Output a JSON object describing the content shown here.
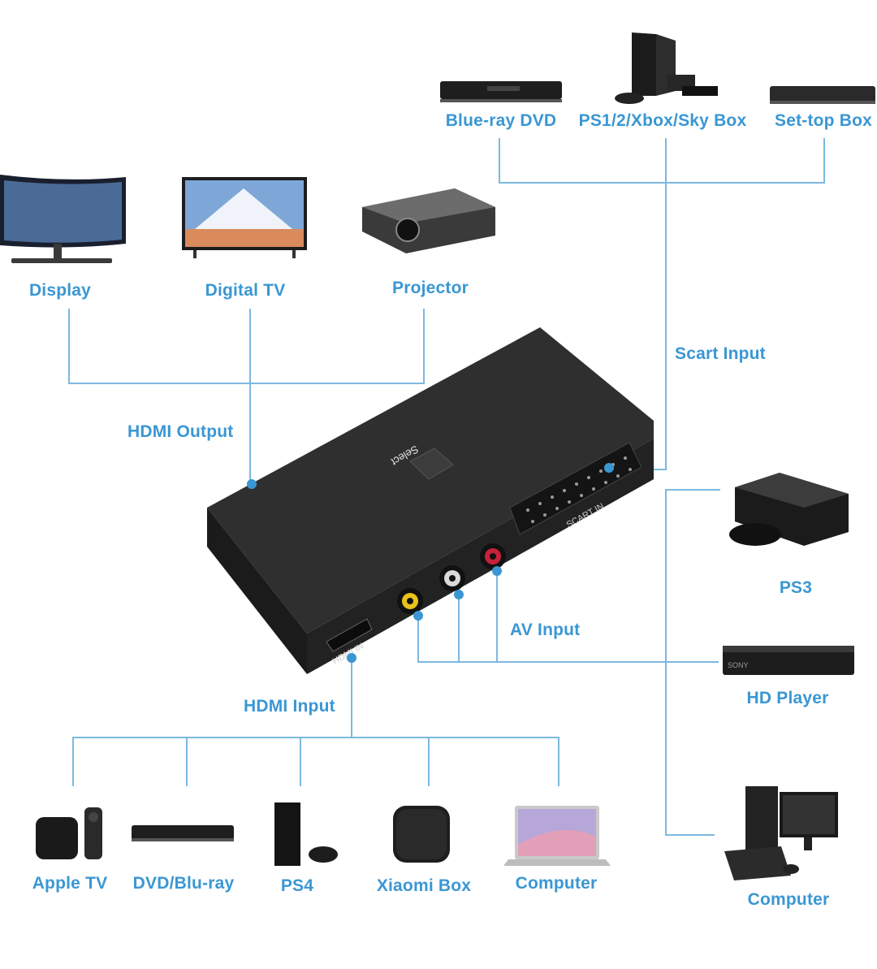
{
  "labels": {
    "blueray_dvd": "Blue-ray DVD",
    "ps_xbox_sky": "PS1/2/Xbox/Sky Box",
    "settop_box": "Set-top Box",
    "display": "Display",
    "digital_tv": "Digital TV",
    "projector": "Projector",
    "scart_input": "Scart Input",
    "hdmi_output": "HDMI Output",
    "ps3": "PS3",
    "av_input": "AV Input",
    "hd_player": "HD Player",
    "hdmi_input": "HDMI Input",
    "apple_tv": "Apple TV",
    "dvd_bluray": "DVD/Blu-ray",
    "ps4": "PS4",
    "xiaomi_box": "Xiaomi Box",
    "computer_bottom": "Computer",
    "computer_right": "Computer"
  },
  "device": {
    "button_label": "Select",
    "scart_port_label": "SCART IN",
    "hdmi_port_label": "HDMI IN",
    "hd_player_brand": "SONY"
  },
  "colors": {
    "label": "#3a97d3",
    "connector_line": "#7cb9e0",
    "device_body": "#2a2a2a",
    "av_yellow": "#e8c21a",
    "av_white": "#d9d9d9",
    "av_red": "#c5223a"
  }
}
